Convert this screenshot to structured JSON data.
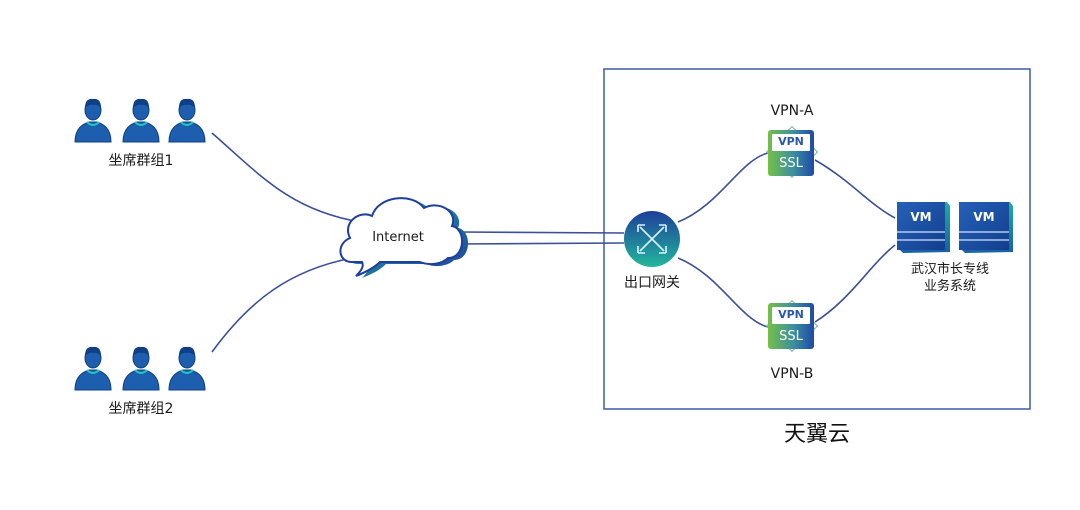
{
  "diagram": {
    "cloud_region": {
      "label": "天翼云"
    },
    "nodes": {
      "group1": {
        "label": "坐席群组1",
        "icon": "user-group-icon"
      },
      "group2": {
        "label": "坐席群组2",
        "icon": "user-group-icon"
      },
      "internet": {
        "label": "Internet",
        "icon": "cloud-icon"
      },
      "gateway": {
        "label": "出口网关",
        "icon": "gateway-icon"
      },
      "vpn_a": {
        "label": "VPN-A",
        "icon": "vpn-ssl-icon",
        "badge_top": "VPN",
        "badge_bottom": "SSL"
      },
      "vpn_b": {
        "label": "VPN-B",
        "icon": "vpn-ssl-icon",
        "badge_top": "VPN",
        "badge_bottom": "SSL"
      },
      "vm1": {
        "label": "VM",
        "icon": "vm-icon"
      },
      "vm2": {
        "label": "VM",
        "icon": "vm-icon"
      },
      "system": {
        "label_line1": "武汉市长专线",
        "label_line2": "业务系统"
      }
    },
    "edges": [
      {
        "from": "group1",
        "to": "internet"
      },
      {
        "from": "group2",
        "to": "internet"
      },
      {
        "from": "internet",
        "to": "gateway"
      },
      {
        "from": "gateway",
        "to": "vpn_a"
      },
      {
        "from": "gateway",
        "to": "vpn_b"
      },
      {
        "from": "vpn_a",
        "to": "vm1"
      },
      {
        "from": "vpn_b",
        "to": "vm1"
      }
    ],
    "colors": {
      "line": "#3b4f9a",
      "frame": "#3d5aa8",
      "person": "#1d5fae",
      "person_dark": "#0f3f86",
      "accent_teal": "#20b0a0",
      "vpn_green": "#6cbf4a",
      "vpn_blue": "#2457a8",
      "vm_blue": "#1a4fa0"
    }
  }
}
